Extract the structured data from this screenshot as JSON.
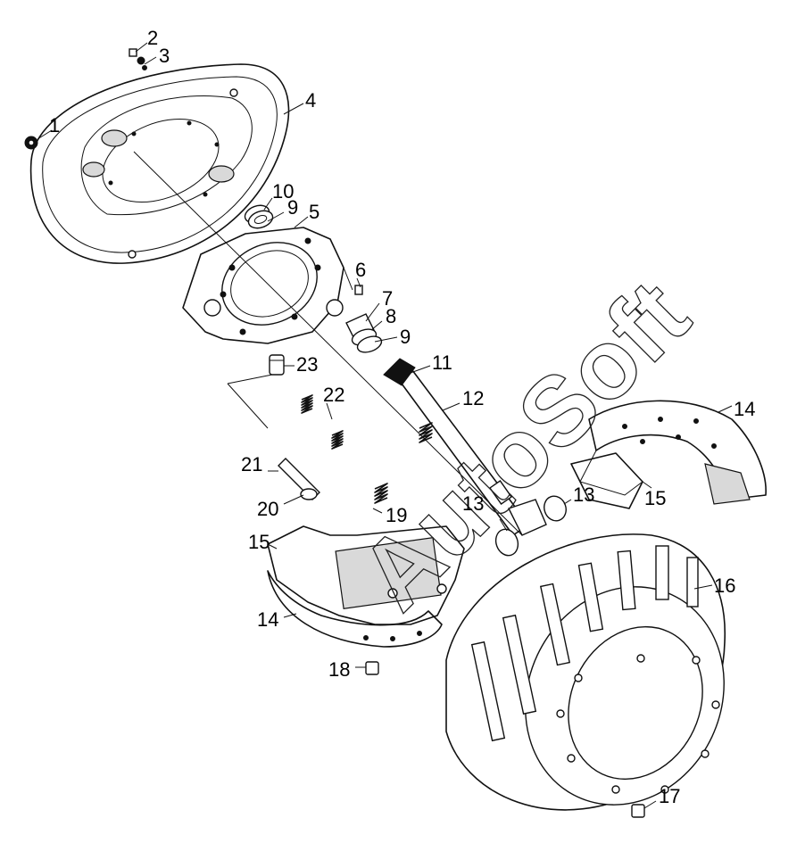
{
  "watermark": "AutoSoft",
  "callouts": [
    {
      "id": "1",
      "text": "1"
    },
    {
      "id": "2",
      "text": "2"
    },
    {
      "id": "3",
      "text": "3"
    },
    {
      "id": "4",
      "text": "4"
    },
    {
      "id": "10",
      "text": "10"
    },
    {
      "id": "9a",
      "text": "9"
    },
    {
      "id": "5",
      "text": "5"
    },
    {
      "id": "6",
      "text": "6"
    },
    {
      "id": "7",
      "text": "7"
    },
    {
      "id": "8",
      "text": "8"
    },
    {
      "id": "9b",
      "text": "9"
    },
    {
      "id": "23",
      "text": "23"
    },
    {
      "id": "11",
      "text": "11"
    },
    {
      "id": "22",
      "text": "22"
    },
    {
      "id": "12",
      "text": "12"
    },
    {
      "id": "14a",
      "text": "14"
    },
    {
      "id": "21",
      "text": "21"
    },
    {
      "id": "13a",
      "text": "13"
    },
    {
      "id": "13b",
      "text": "13"
    },
    {
      "id": "15a",
      "text": "15"
    },
    {
      "id": "20",
      "text": "20"
    },
    {
      "id": "19",
      "text": "19"
    },
    {
      "id": "15b",
      "text": "15"
    },
    {
      "id": "16",
      "text": "16"
    },
    {
      "id": "14b",
      "text": "14"
    },
    {
      "id": "18",
      "text": "18"
    },
    {
      "id": "17",
      "text": "17"
    }
  ]
}
